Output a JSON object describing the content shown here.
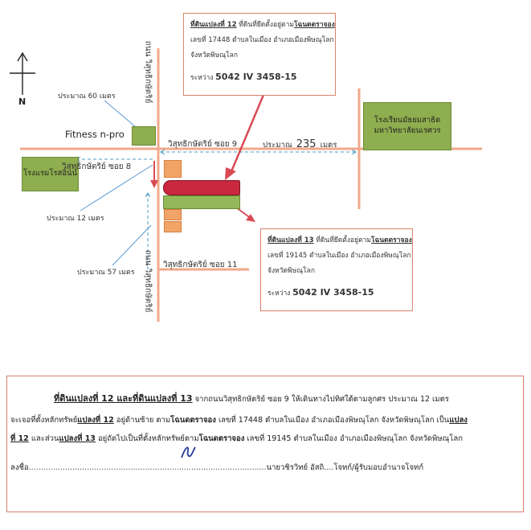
{
  "north": {
    "label": "N"
  },
  "roads": {
    "main_h": "วิสุทธิกษัตริย์ ซอย 9",
    "west_h": "วิสุทธิกษัตริย์ ซอย 8",
    "south_h": "วิสุทธิกษัตริย์ ซอย 11",
    "vertical_top": "ถนน วิสุทธิกษัตริย์",
    "vertical_bottom": "ถนน วิสุทธิกษัตริย์"
  },
  "distances": {
    "d60": "ประมาณ 60 เมตร",
    "d235_prefix": "ประมาณ",
    "d235_num": "235",
    "d235_unit": "เมตร",
    "d12": "ประมาณ 12 เมตร",
    "d57": "ประมาณ 57 เมตร"
  },
  "places": {
    "fitness": "Fitness n-pro",
    "hotel": "โรงแรมโรสอินน์",
    "school_line1": "โรงเรียนมัธยมสาธิต",
    "school_line2": "มหาวิทยาลัยนเรศวร"
  },
  "parcel12_box": {
    "title": "ที่ดินแปลงที่ 12",
    "text1": "ที่ดินที่ยึดตั้งอยู่ตาม",
    "doc": "โฉนดตราจอง",
    "line2": "เลขที่ 17448 ตำบลในเมือง อำเภอเมืองพิษณุโลก",
    "line3": "จังหวัดพิษณุโลก",
    "ref_prefix": "ระหว่าง",
    "ref": "5042 IV 3458-15"
  },
  "parcel13_box": {
    "title": "ที่ดินแปลงที่ 13",
    "text1": "ที่ดินที่ยึดตั้งอยู่ตาม",
    "doc": "โฉนดตราจอง",
    "line2": "เลขที่ 19145 ตำบลในเมือง อำเภอเมืองพิษณุโลก",
    "line3": "จังหวัดพิษณุโลก",
    "ref_prefix": "ระหว่าง",
    "ref": "5042 IV 3458-15"
  },
  "note": {
    "heading": "ที่ดินแปลงที่ 12 และที่ดินแปลงที่ 13",
    "line1_rest": "จากถนนวิสุทธิกษัตริย์ ซอย 9 ให้เดินทางไปทิศใต้ตามลูกศร ประมาณ 12 เมตร",
    "line2_a": "จะเจอที่ตั้งหลักทรัพย์",
    "line2_b": "แปลงที่ 12",
    "line2_c": "อยู่ด้านซ้าย ตาม",
    "line2_d": "โฉนดตราจอง",
    "line2_e": "เลขที่ 17448 ตำบลในเมือง อำเภอเมืองพิษณุโลก จังหวัดพิษณุโลก เป็น",
    "line2_f": "แปลง",
    "line3_a": "ที่ 12",
    "line3_b": "และส่วน",
    "line3_c": "แปลงที่ 13",
    "line3_d": "อยู่ถัดไปเป็นที่ตั้งหลักทรัพย์ตาม",
    "line3_e": "โฉนดตราจอง",
    "line3_f": "เลขที่ 19145 ตำบลในเมือง อำเภอเมืองพิษณุโลก จังหวัดพิษณุโลก",
    "sign_prefix": "ลงชื่อ",
    "sign_dots": "..................................................................................................",
    "sign_name": "นายวชิรวิทย์ อัสถิ....โจทก์/ผู้รับมอบอำนาจโจทก์"
  }
}
